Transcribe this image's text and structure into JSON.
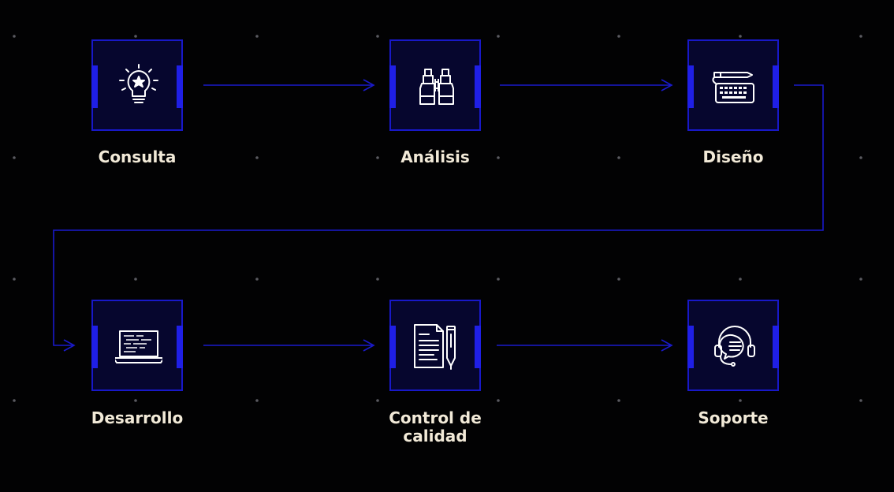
{
  "colors": {
    "background": "#020203",
    "box_fill": "#06062e",
    "box_border": "#1818c8",
    "connector": "#1a1acc",
    "label_text": "#f2ead8",
    "dot": "#5a5a60"
  },
  "steps": [
    {
      "label": "Consulta",
      "icon": "lightbulb-star-icon"
    },
    {
      "label": "Análisis",
      "icon": "binoculars-icon"
    },
    {
      "label": "Diseño",
      "icon": "keyboard-pen-icon"
    },
    {
      "label": "Desarrollo",
      "icon": "laptop-code-icon"
    },
    {
      "label": "Control de calidad",
      "icon": "document-pen-icon"
    },
    {
      "label": "Soporte",
      "icon": "headset-chat-icon"
    }
  ]
}
